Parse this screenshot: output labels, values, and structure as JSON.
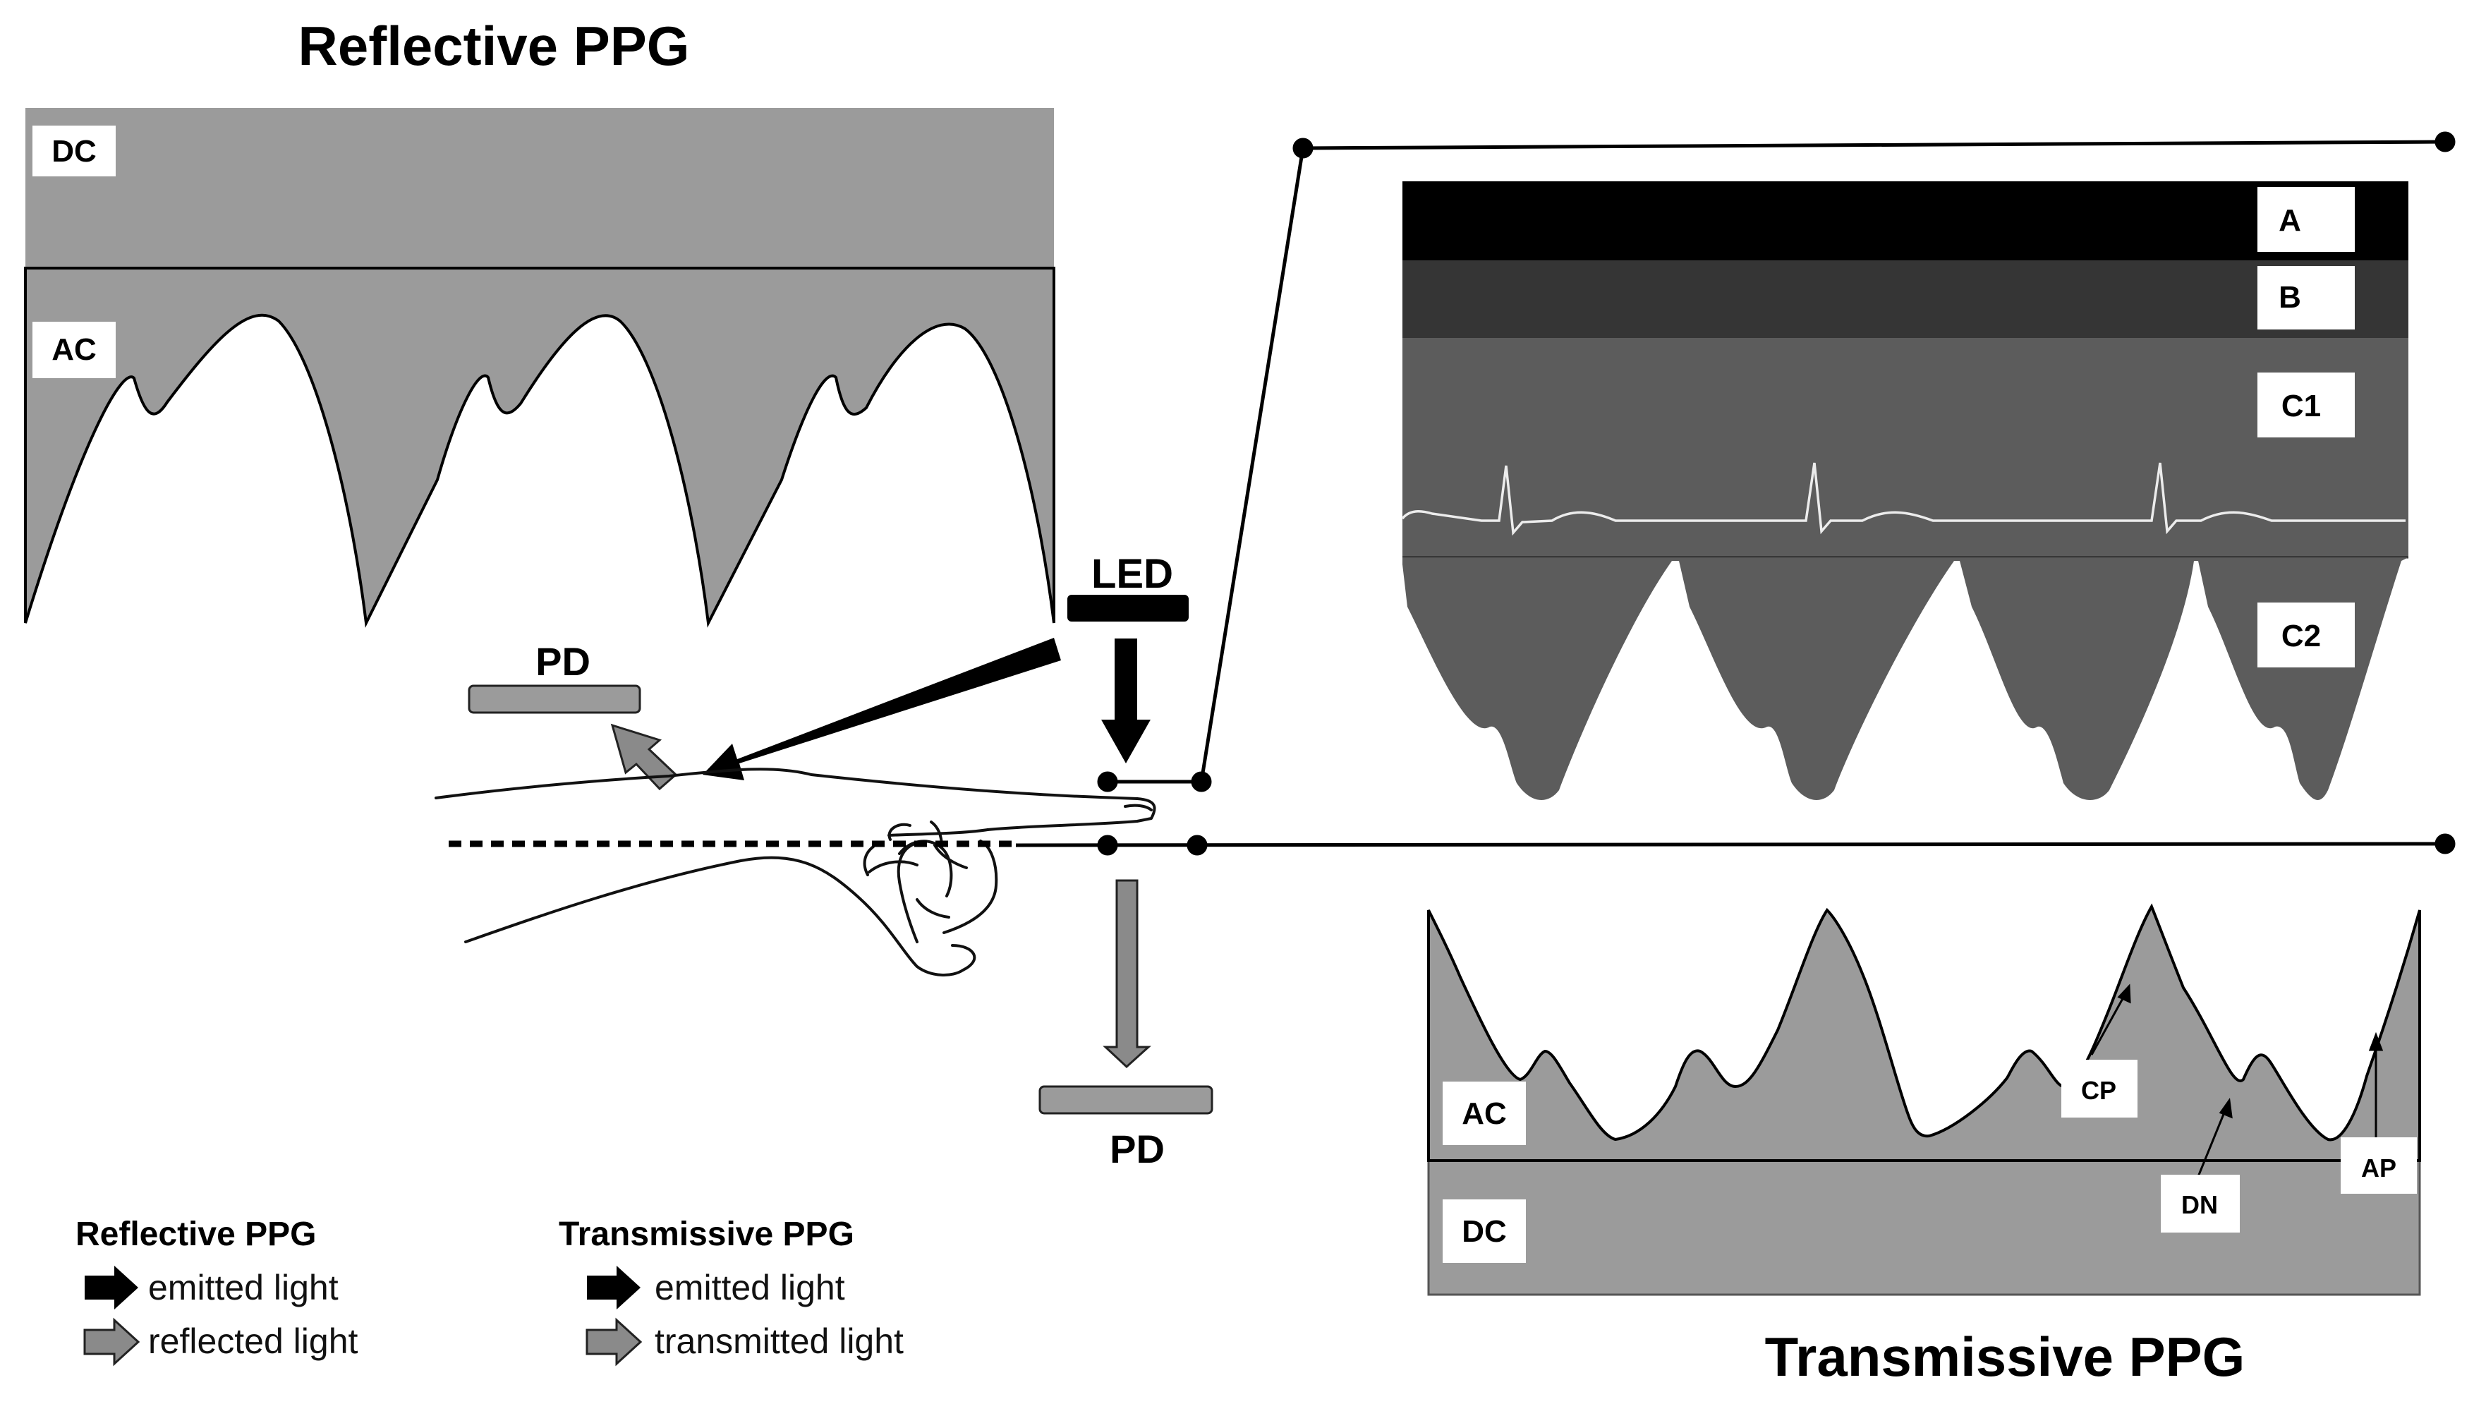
{
  "title_reflective": "Reflective PPG",
  "title_transmissive": "Transmissive PPG",
  "reflective_panel": {
    "dc_label": "DC",
    "ac_label": "AC"
  },
  "device": {
    "led_label": "LED",
    "pd_top_label": "PD",
    "pd_bottom_label": "PD"
  },
  "tissue_layers": {
    "a_label": "A",
    "b_label": "B",
    "c1_label": "C1",
    "c2_label": "C2"
  },
  "transmissive_panel": {
    "ac_label": "AC",
    "dc_label": "DC",
    "cp_label": "CP",
    "dn_label": "DN",
    "ap_label": "AP"
  },
  "legend": {
    "reflective": {
      "heading": "Reflective PPG",
      "item1": "emitted light",
      "item2": "reflected light"
    },
    "transmissive": {
      "heading": "Transmissive  PPG",
      "item1": "emitted light",
      "item2": "transmitted light"
    }
  },
  "colors": {
    "panel_gray": "#9b9b9b",
    "layer_a": "#000000",
    "layer_b": "#353535",
    "layer_c": "#5c5c5c",
    "arrow_black": "#000000",
    "arrow_gray": "#8a8a8a"
  }
}
